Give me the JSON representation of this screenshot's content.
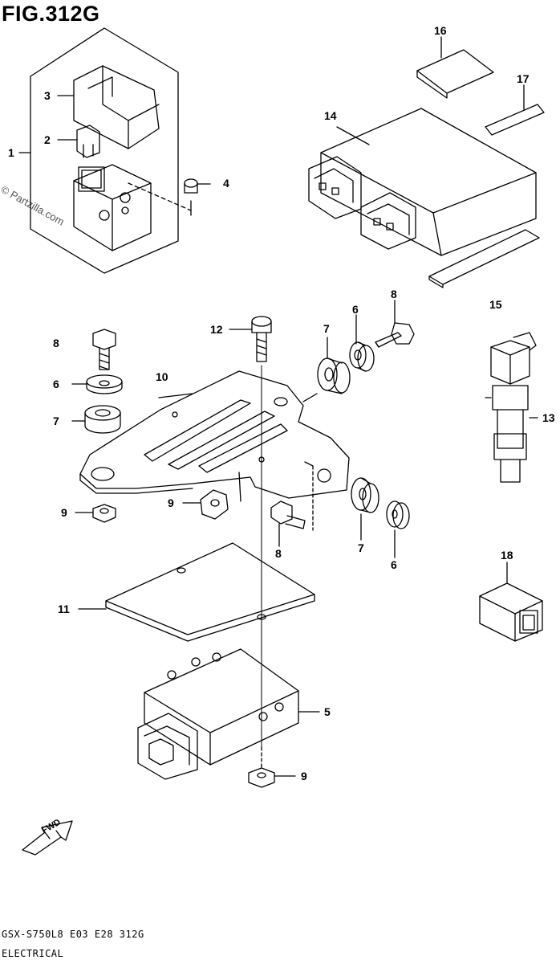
{
  "figure": {
    "title": "FIG.312G",
    "watermark": "© Partzilla.com",
    "fwd_label": "FWD",
    "footer_line1": "GSX-S750L8 E03 E28 312G",
    "footer_line2": "ELECTRICAL"
  },
  "callouts": [
    {
      "id": "1",
      "label": "1"
    },
    {
      "id": "2",
      "label": "2"
    },
    {
      "id": "3",
      "label": "3"
    },
    {
      "id": "4",
      "label": "4"
    },
    {
      "id": "16",
      "label": "16"
    },
    {
      "id": "17",
      "label": "17"
    },
    {
      "id": "14",
      "label": "14"
    },
    {
      "id": "15",
      "label": "15"
    },
    {
      "id": "8a",
      "label": "8"
    },
    {
      "id": "12",
      "label": "12"
    },
    {
      "id": "7a",
      "label": "7"
    },
    {
      "id": "6a",
      "label": "6"
    },
    {
      "id": "8b",
      "label": "8"
    },
    {
      "id": "6b",
      "label": "6"
    },
    {
      "id": "10",
      "label": "10"
    },
    {
      "id": "7b",
      "label": "7"
    },
    {
      "id": "13",
      "label": "13"
    },
    {
      "id": "9a",
      "label": "9"
    },
    {
      "id": "9b",
      "label": "9"
    },
    {
      "id": "8c",
      "label": "8"
    },
    {
      "id": "7c",
      "label": "7"
    },
    {
      "id": "6c",
      "label": "6"
    },
    {
      "id": "18",
      "label": "18"
    },
    {
      "id": "11",
      "label": "11"
    },
    {
      "id": "5",
      "label": "5"
    },
    {
      "id": "9c",
      "label": "9"
    }
  ]
}
